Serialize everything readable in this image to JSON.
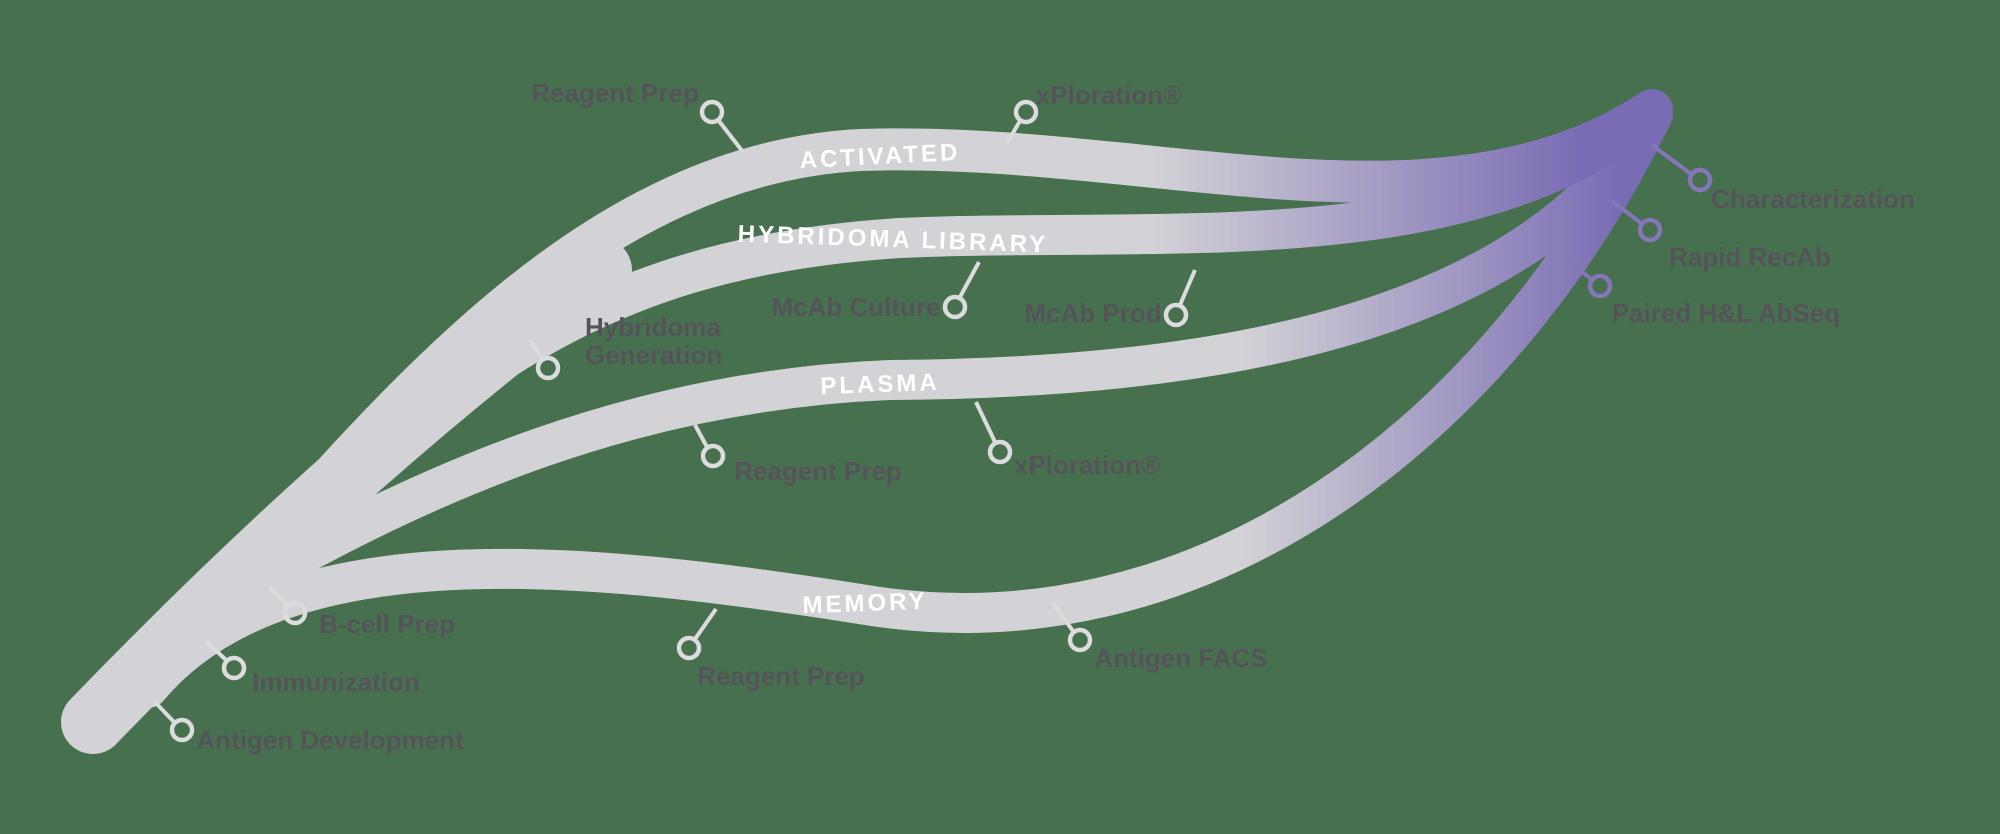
{
  "colors": {
    "background": "#47714E",
    "ribbon_gray": "#D3D2D6",
    "accent_purple": "#7A6CB4",
    "label_dark": "#55535A",
    "callout_light": "#DCDCDE",
    "callout_purple": "#8576BB",
    "band_label_white": "#FFFFFF"
  },
  "stages": {
    "activated": {
      "band_label": "ACTIVATED",
      "callouts": {
        "reagent_prep": "Reagent Prep",
        "xploration": "xPloration®"
      }
    },
    "hybridoma_library": {
      "band_label": "HYBRIDOMA LIBRARY",
      "callouts": {
        "hybridoma_generation_line1": "Hybridoma",
        "hybridoma_generation_line2": "Generation",
        "mcab_culture": "McAb Culture",
        "mcab_prod": "McAb Prod"
      }
    },
    "plasma": {
      "band_label": "PLASMA",
      "callouts": {
        "reagent_prep": "Reagent Prep",
        "xploration": "xPloration®"
      }
    },
    "memory": {
      "band_label": "MEMORY",
      "callouts": {
        "reagent_prep": "Reagent Prep",
        "antigen_facs": "Antigen FACS"
      }
    },
    "start": {
      "callouts": {
        "b_cell_prep": "B-cell Prep",
        "immunization": "Immunization",
        "antigen_development": "Antigen Development"
      }
    },
    "end": {
      "callouts": {
        "characterization": "Characterization",
        "rapid_recab": "Rapid RecAb",
        "paired_hl_abseq": "Paired H&L AbSeq"
      }
    }
  }
}
